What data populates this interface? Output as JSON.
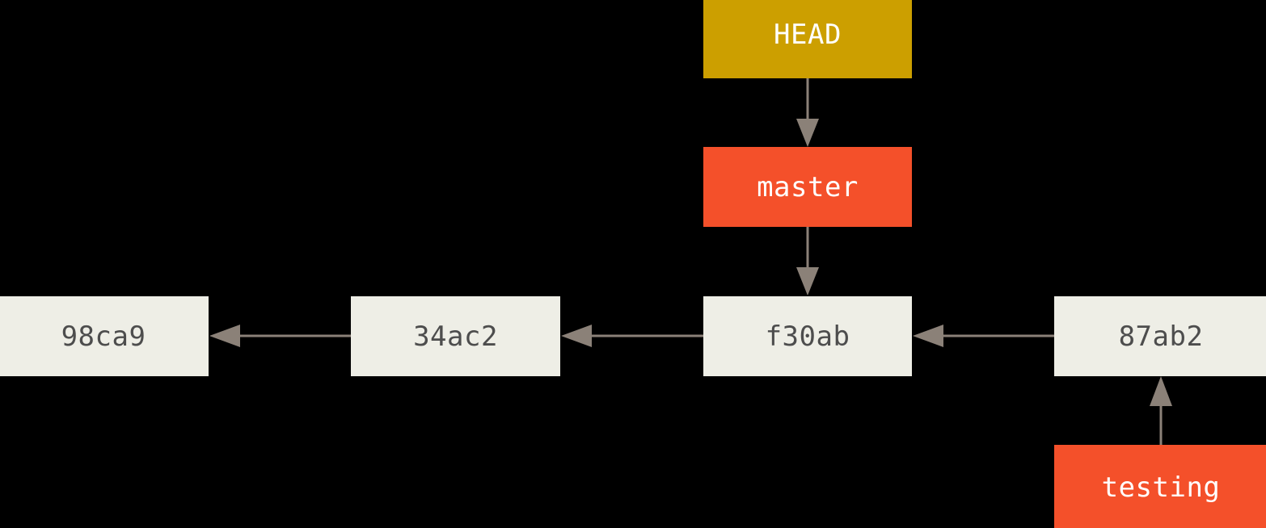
{
  "diagram": {
    "title": "Git branching: HEAD pointing to master",
    "type": "git-commit-graph",
    "background_color": "#000000",
    "palette": {
      "commit_fill": "#eeeee6",
      "commit_text": "#4d4d4d",
      "branch_fill": "#f4502a",
      "branch_text": "#ffffff",
      "head_fill": "#cc9f00",
      "head_text": "#ffffff",
      "edge_color": "#8b8178"
    },
    "nodes": {
      "head": {
        "label": "HEAD",
        "kind": "head-pointer"
      },
      "master": {
        "label": "master",
        "kind": "branch"
      },
      "testing": {
        "label": "testing",
        "kind": "branch"
      },
      "commit_98ca9": {
        "label": "98ca9",
        "kind": "commit"
      },
      "commit_34ac2": {
        "label": "34ac2",
        "kind": "commit"
      },
      "commit_f30ab": {
        "label": "f30ab",
        "kind": "commit"
      },
      "commit_87ab2": {
        "label": "87ab2",
        "kind": "commit"
      }
    },
    "edges": [
      {
        "from": "HEAD",
        "to": "master",
        "direction": "down"
      },
      {
        "from": "master",
        "to": "f30ab",
        "direction": "down"
      },
      {
        "from": "f30ab",
        "to": "34ac2",
        "direction": "left"
      },
      {
        "from": "34ac2",
        "to": "98ca9",
        "direction": "left"
      },
      {
        "from": "87ab2",
        "to": "f30ab",
        "direction": "left"
      },
      {
        "from": "testing",
        "to": "87ab2",
        "direction": "up"
      }
    ]
  }
}
